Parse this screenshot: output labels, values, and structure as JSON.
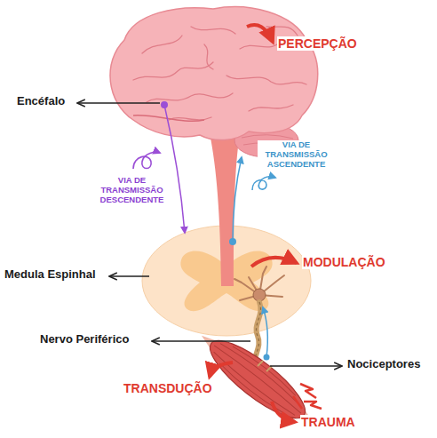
{
  "diagram": {
    "labels": [
      "PERCEPÇÃO",
      "Encéfalo",
      "VIA DE TRANSMISSÃO ASCENDENTE",
      "VIA DE TRANSMISSÃO DESCENDENTE",
      "MODULAÇÃO",
      "Medula Espinhal",
      "Nervo Periférico",
      "Nociceptores",
      "TRANSDUÇÃO",
      "TRAUMA"
    ]
  }
}
